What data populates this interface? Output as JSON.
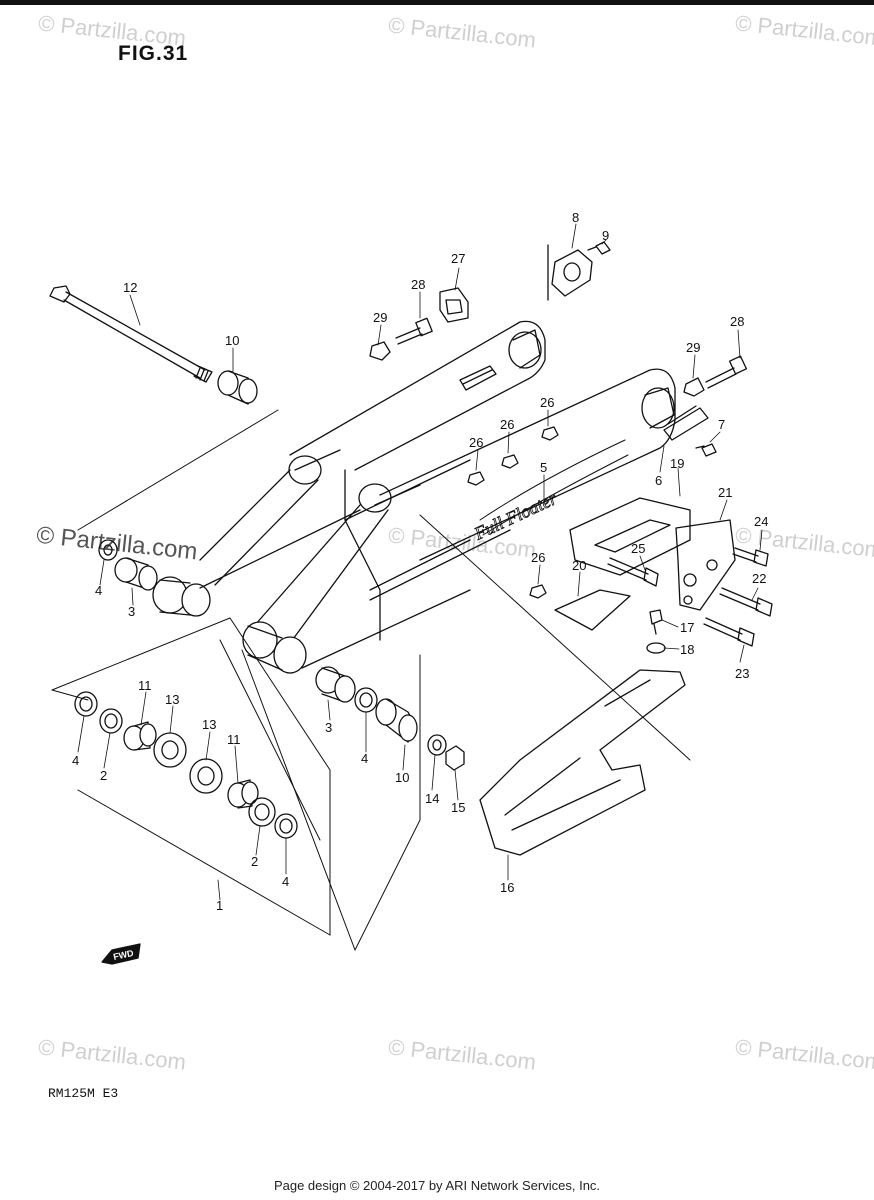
{
  "figure": {
    "title": "FIG.31",
    "model_code": "RM125M E3"
  },
  "footer": {
    "text": "Page design © 2004-2017 by ARI Network Services, Inc."
  },
  "watermark": {
    "text": "© Partzilla.com"
  },
  "fwd_marker": {
    "label": "FWD"
  },
  "callouts": [
    "12",
    "10",
    "4",
    "3",
    "29",
    "28",
    "27",
    "8",
    "9",
    "26",
    "26",
    "26",
    "5",
    "28",
    "29",
    "7",
    "6",
    "19",
    "21",
    "24",
    "25",
    "22",
    "20",
    "26",
    "17",
    "18",
    "23",
    "11",
    "13",
    "4",
    "2",
    "13",
    "11",
    "2",
    "4",
    "3",
    "4",
    "10",
    "14",
    "15",
    "16",
    "1"
  ]
}
